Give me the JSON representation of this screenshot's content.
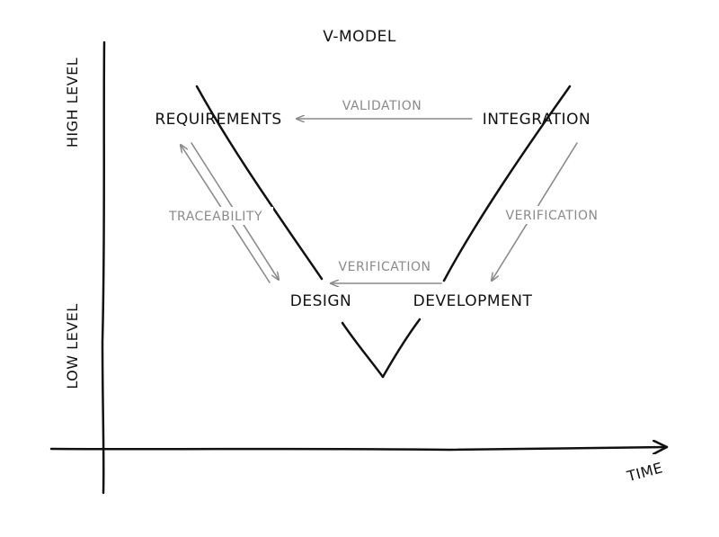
{
  "title": "V-MODEL",
  "axes": {
    "y_high": "HIGH LEVEL",
    "y_low": "LOW LEVEL",
    "x": "TIME"
  },
  "nodes": {
    "requirements": "REQUIREMENTS",
    "integration": "INTEGRATION",
    "design": "DESIGN",
    "development": "DEVELOPMENT"
  },
  "relations": {
    "validation": "VALIDATION",
    "traceability": "TRACEABILITY",
    "verification_top": "VERIFICATION",
    "verification_bottom": "VERIFICATION"
  },
  "colors": {
    "ink": "#111111",
    "secondary": "#8a8a8a"
  }
}
